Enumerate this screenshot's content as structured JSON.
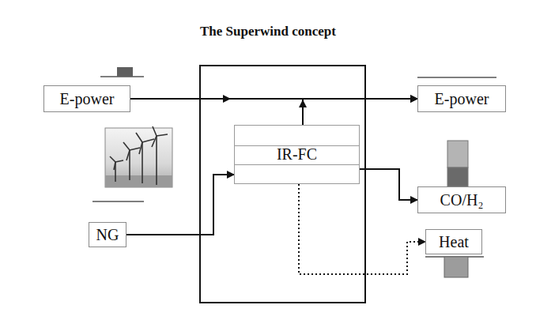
{
  "diagram": {
    "title": "The Superwind concept",
    "nodes": [
      {
        "text": [
          "E-power"
        ]
      },
      {
        "text": [
          "NG"
        ]
      },
      {
        "text": [
          "IR-FC"
        ]
      },
      {
        "text": [
          "E-power"
        ]
      },
      {
        "text": [
          "CO/H₂"
        ]
      },
      {
        "text": [
          "Heat"
        ]
      }
    ],
    "edges": [
      {
        "from": 0,
        "to": 3,
        "arrow": "to"
      },
      {
        "from": 2,
        "to": 3,
        "arrow": "to"
      },
      {
        "from": 1,
        "to": 2,
        "arrow": "to"
      },
      {
        "from": 2,
        "to": 4,
        "arrow": "to"
      },
      {
        "from": 2,
        "to": 5,
        "arrow": "to"
      }
    ]
  }
}
